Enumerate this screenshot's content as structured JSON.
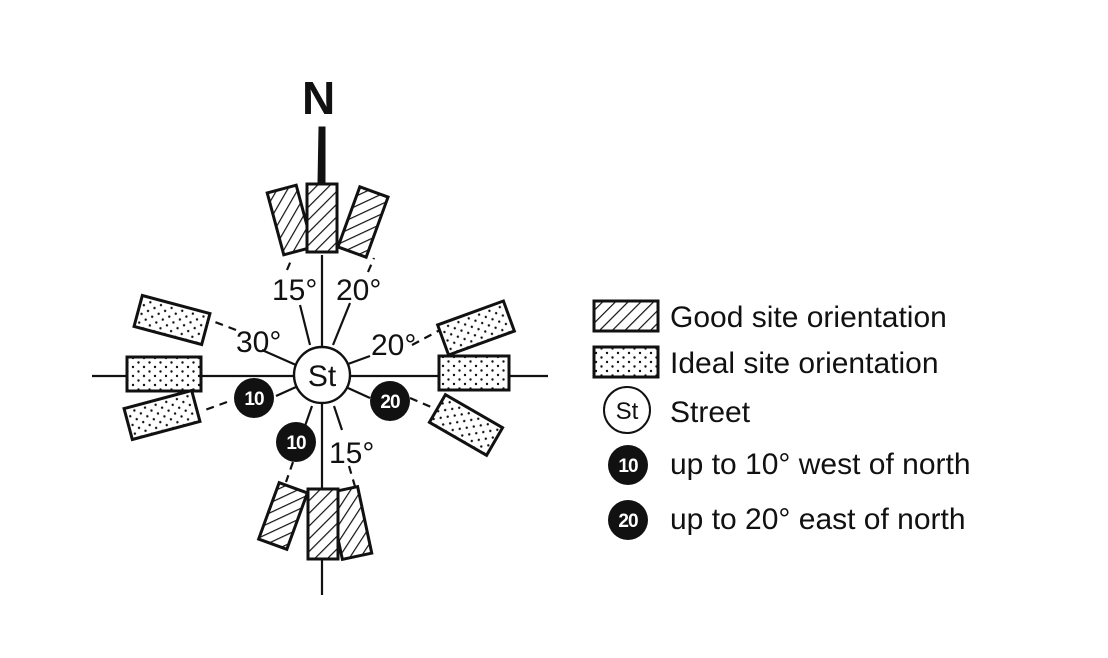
{
  "north_label": "N",
  "street_label": "St",
  "angles": {
    "north_left": "15°",
    "north_right": "20°",
    "west_upper": "30°",
    "east_upper": "20°",
    "south_right": "15°"
  },
  "badges": {
    "west": "10",
    "east": "20",
    "south": "10"
  },
  "legend": [
    {
      "symbol": "hatched-rectangle",
      "label": "Good site orientation"
    },
    {
      "symbol": "dotted-rectangle",
      "label": "Ideal site orientation"
    },
    {
      "symbol": "St",
      "label": "Street"
    },
    {
      "symbol": "10",
      "label": "up to 10° west of north"
    },
    {
      "symbol": "20",
      "label": "up to 20° east of north"
    }
  ],
  "colors": {
    "ink": "#111111",
    "background": "#ffffff"
  }
}
